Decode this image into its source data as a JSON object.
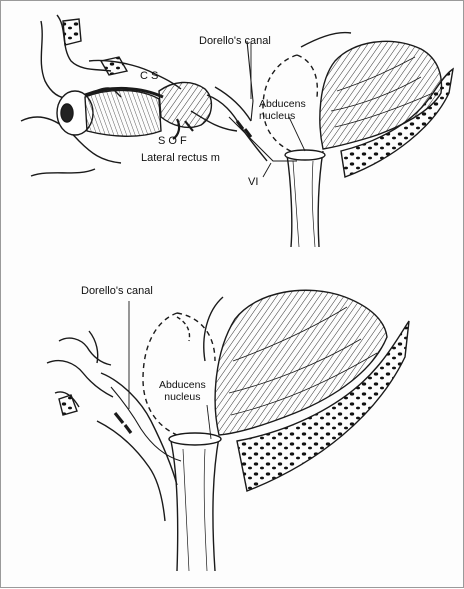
{
  "labels": {
    "top": {
      "dorello": "Dorello's canal",
      "cs": "C S",
      "abducens": "Abducens\nnucleus",
      "sof": "S O F",
      "lateral_rectus": "Lateral rectus m",
      "vi": "VI"
    },
    "bottom": {
      "dorello": "Dorello's canal",
      "abducens": "Abducens\nnucleus"
    }
  },
  "colors": {
    "ink": "#1a1a1a",
    "paper": "#fdfdfd",
    "frame": "#9a9a9a"
  }
}
